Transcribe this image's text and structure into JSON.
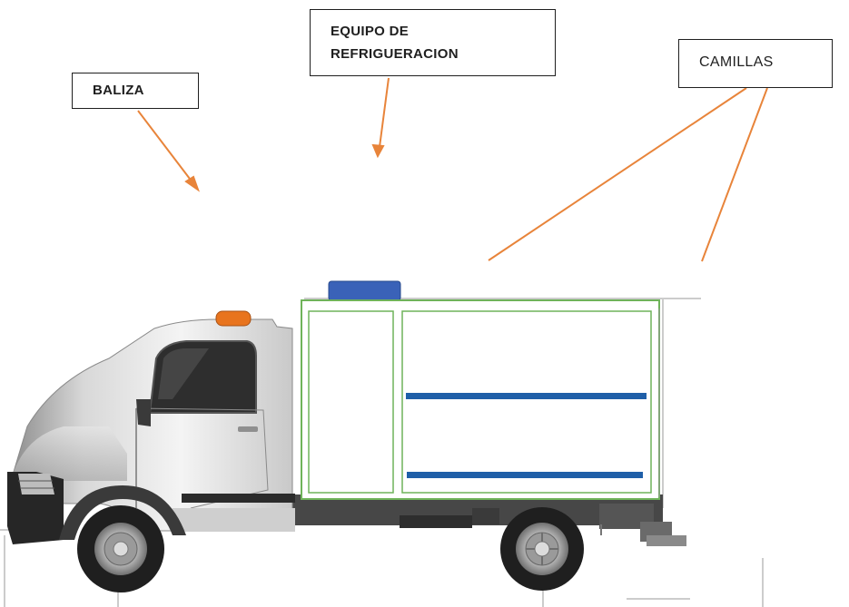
{
  "labels": {
    "baliza": "BALIZA",
    "equipo_line1": "EQUIPO DE",
    "equipo_line2": "REFRIGUERACION",
    "camillas": "CAMILLAS"
  },
  "colors": {
    "arrow": "#e8843a",
    "beacon_orange": "#e8741e",
    "refrigeration_blue": "#3a62b8",
    "stretcher_blue": "#1f5fa8",
    "box_outline": "#6fb35a",
    "label_border": "#1f1f1f"
  }
}
